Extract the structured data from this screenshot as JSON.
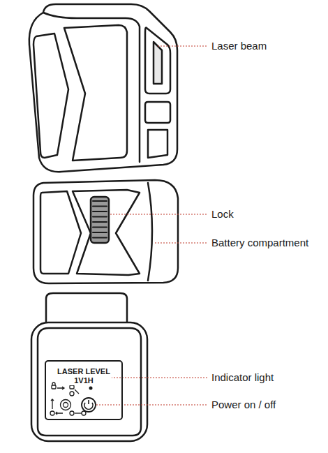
{
  "diagram": {
    "nodes": [
      {
        "text": [
          "LASER LEVEL 1V1H"
        ]
      }
    ],
    "labels": [
      "Laser beam",
      "Lock",
      "Battery compartment",
      "Indicator light",
      "Power on / off"
    ]
  }
}
